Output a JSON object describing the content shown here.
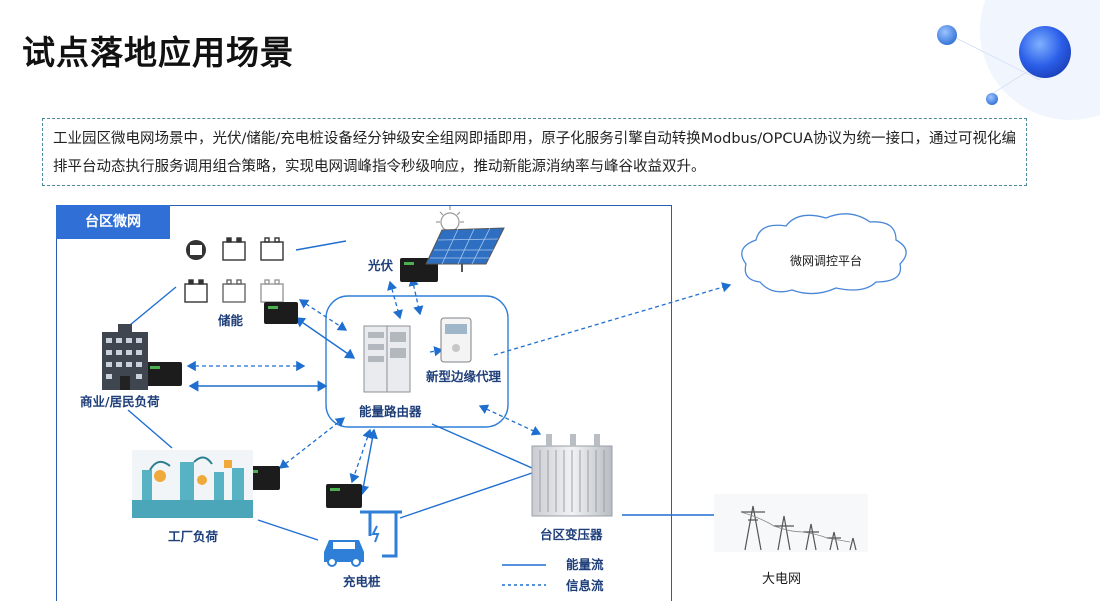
{
  "page": {
    "title": "试点落地应用场景",
    "description": "工业园区微电网场景中，光伏/储能/充电桩设备经分钟级安全组网即插即用，原子化服务引擎自动转换Modbus/OPCUA协议为统一接口，通过可视化编排平台动态执行服务调用组合策略，实现电网调峰指令秒级响应，推动新能源消纳率与峰谷收益双升。"
  },
  "diagram": {
    "panel_title": "台区微网",
    "nodes": {
      "pv": "光伏",
      "storage": "储能",
      "commercial": "商业/居民负荷",
      "factory": "工厂负荷",
      "charger": "充电桩",
      "router": "能量路由器",
      "edge_agent": "新型边缘代理",
      "transformer": "台区变压器",
      "grid": "大电网",
      "platform": "微网调控平台"
    },
    "legend": {
      "energy": "能量流",
      "info": "信息流"
    }
  },
  "colors": {
    "accent": "#2f6fd6",
    "line": "#1f6fd0",
    "label": "#1f3f7a"
  }
}
